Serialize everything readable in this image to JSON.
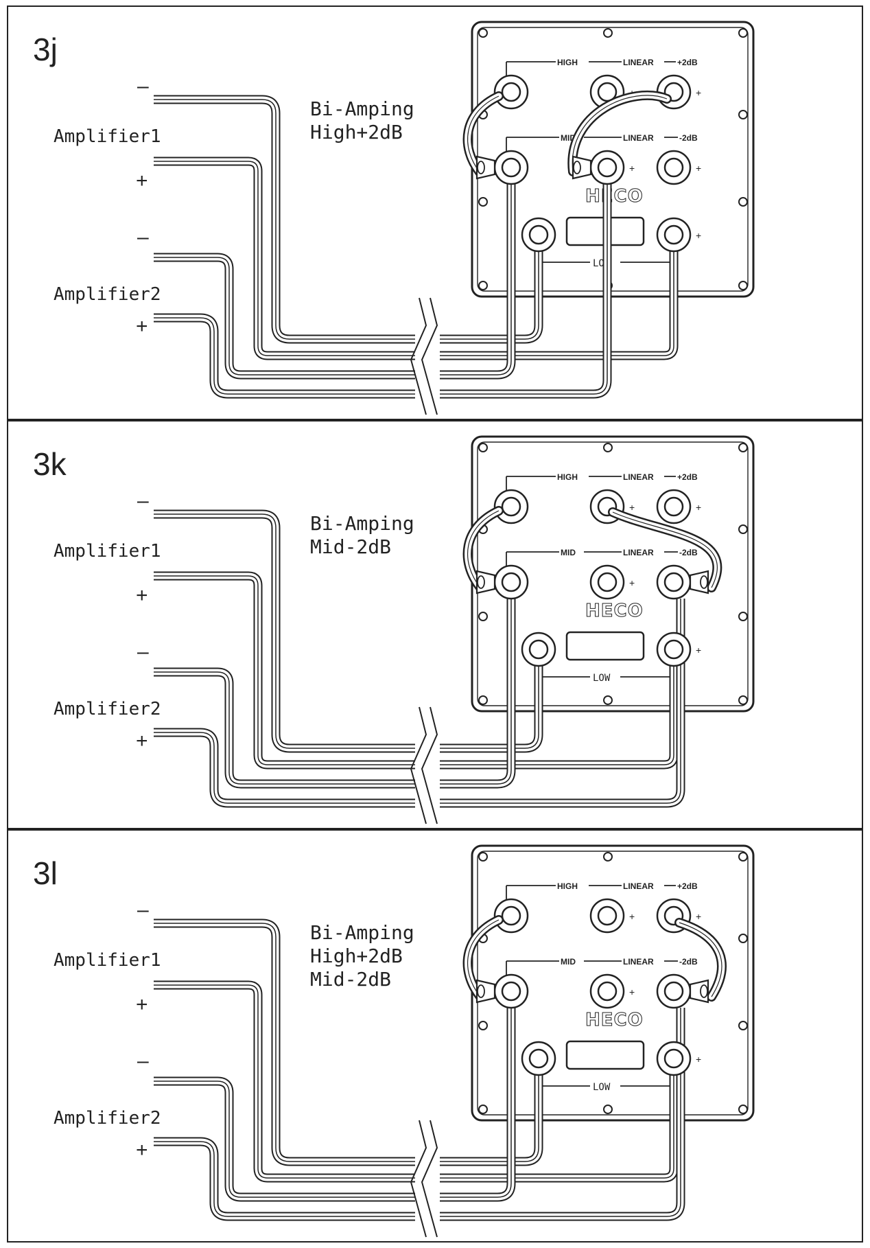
{
  "panels": [
    {
      "id": "3j",
      "label": "3j",
      "amplifier1": "Amplifier1",
      "amplifier2": "Amplifier2",
      "minus": "–",
      "plus": "+",
      "caption": [
        "Bi-Amping",
        "High+2dB"
      ],
      "terminal_labels": {
        "high": "HIGH",
        "linear_top": "LINEAR",
        "plus2db": "+2dB",
        "mid": "MID",
        "linear_mid": "LINEAR",
        "minus2db": "-2dB",
        "low": "LOW"
      },
      "logo": "HECO",
      "bridge_top": "high_to_plus2",
      "bridge_mid": "mid_to_linear"
    },
    {
      "id": "3k",
      "label": "3k",
      "amplifier1": "Amplifier1",
      "amplifier2": "Amplifier2",
      "minus": "–",
      "plus": "+",
      "caption": [
        "Bi-Amping",
        "Mid-2dB"
      ],
      "terminal_labels": {
        "high": "HIGH",
        "linear_top": "LINEAR",
        "plus2db": "+2dB",
        "mid": "MID",
        "linear_mid": "LINEAR",
        "minus2db": "-2dB",
        "low": "LOW"
      },
      "logo": "HECO",
      "bridge_top": "high_to_mid",
      "bridge_mid": "linear_to_minus2"
    },
    {
      "id": "3l",
      "label": "3l",
      "amplifier1": "Amplifier1",
      "amplifier2": "Amplifier2",
      "minus": "–",
      "plus": "+",
      "caption": [
        "Bi-Amping",
        "High+2dB",
        "Mid-2dB"
      ],
      "terminal_labels": {
        "high": "HIGH",
        "linear_top": "LINEAR",
        "plus2db": "+2dB",
        "mid": "MID",
        "linear_mid": "LINEAR",
        "minus2db": "-2dB",
        "low": "LOW"
      },
      "logo": "HECO",
      "bridge_top": "high_to_mid",
      "bridge_mid": "plus2_to_minus2"
    }
  ]
}
